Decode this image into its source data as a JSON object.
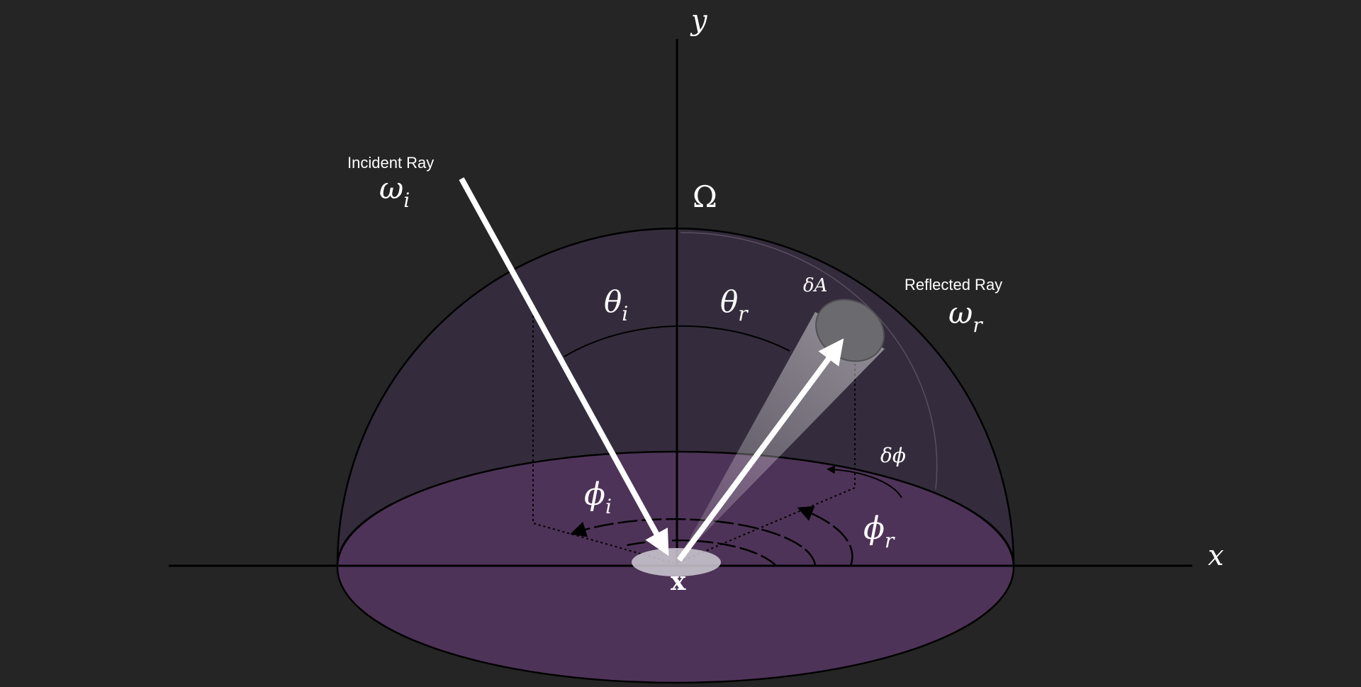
{
  "colors": {
    "background": "#252525",
    "dome_fill": "#342c3c",
    "disk_fill": "#4e3358",
    "ray": "#ffffff",
    "axis": "#000000"
  },
  "labels": {
    "y_axis": "y",
    "x_axis": "x",
    "omega": "Ω",
    "incident_ray": "Incident Ray",
    "omega_i_base": "ω",
    "omega_i_sub": "i",
    "reflected_ray": "Reflected Ray",
    "omega_r_base": "ω",
    "omega_r_sub": "r",
    "theta_i_base": "θ",
    "theta_i_sub": "i",
    "theta_r_base": "θ",
    "theta_r_sub": "r",
    "delta_a": "δA",
    "delta_phi": "δϕ",
    "phi_i_base": "ϕ",
    "phi_i_sub": "i",
    "phi_r_base": "ϕ",
    "phi_r_sub": "r",
    "point_x": "x"
  },
  "icons": {
    "incident_arrow": "arrow-icon",
    "reflected_arrow": "arrow-icon"
  }
}
